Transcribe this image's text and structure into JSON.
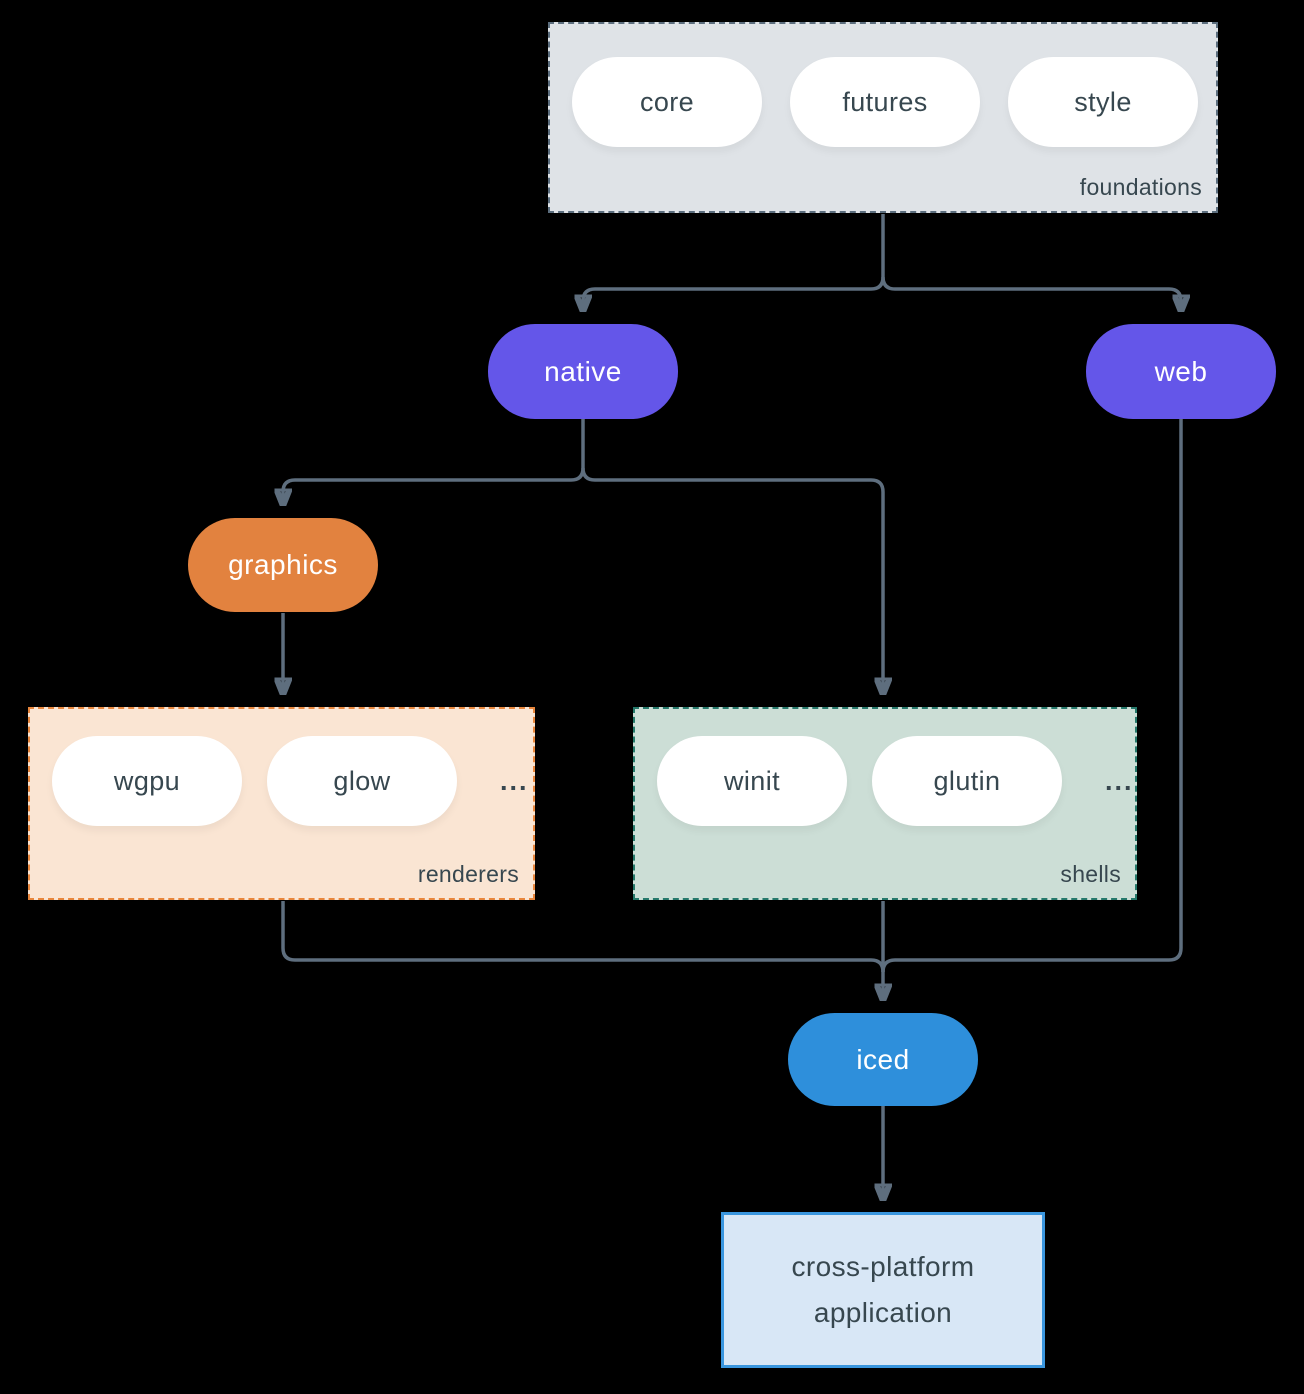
{
  "diagram": {
    "foundations": {
      "label": "foundations",
      "items": [
        "core",
        "futures",
        "style"
      ]
    },
    "platforms": {
      "native": "native",
      "web": "web"
    },
    "graphics": {
      "label": "graphics"
    },
    "renderers": {
      "label": "renderers",
      "items": [
        "wgpu",
        "glow"
      ],
      "more": "..."
    },
    "shells": {
      "label": "shells",
      "items": [
        "winit",
        "glutin"
      ],
      "more": "..."
    },
    "iced": {
      "label": "iced"
    },
    "application": {
      "line1": "cross-platform",
      "line2": "application"
    },
    "colors": {
      "background": "#000000",
      "edge": "#5E6E7E",
      "foundations_fill": "#DFE3E7",
      "foundations_border": "#5C6E7E",
      "platform_fill": "#6456E9",
      "graphics_fill": "#E2823F",
      "renderers_fill": "#FAE5D3",
      "renderers_border": "#E8863C",
      "shells_fill": "#CCDED6",
      "shells_border": "#26796B",
      "iced_fill": "#2E8FDB",
      "application_fill": "#D8E7F6",
      "application_border": "#3A96DE",
      "pill_fill": "#FFFFFF",
      "dark_text": "#37474F",
      "light_text": "#FFFFFF"
    }
  }
}
